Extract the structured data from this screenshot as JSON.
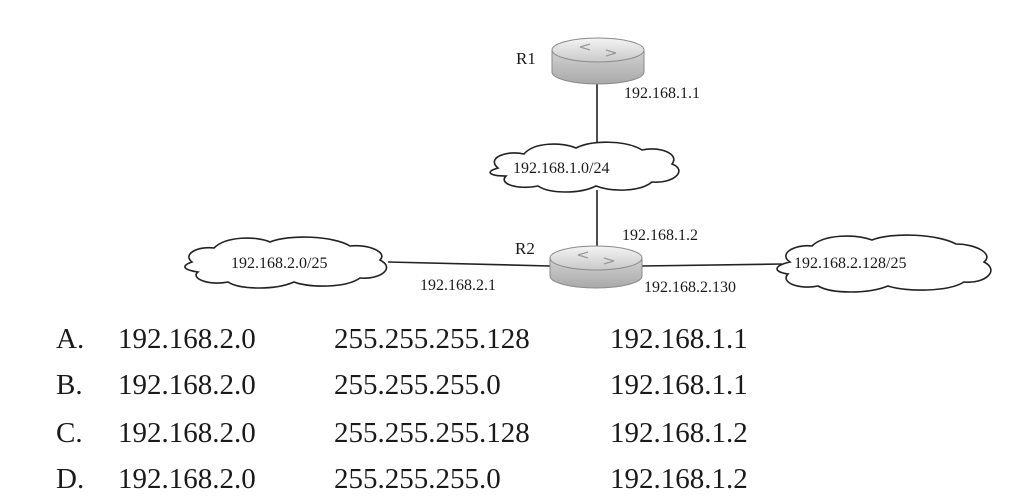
{
  "diagram": {
    "r1": {
      "name": "R1",
      "interface_ip": "192.168.1.1"
    },
    "r2": {
      "name": "R2",
      "interface_top_ip": "192.168.1.2",
      "interface_left_ip": "192.168.2.1",
      "interface_right_ip": "192.168.2.130"
    },
    "networks": {
      "middle": "192.168.1.0/24",
      "left": "192.168.2.0/25",
      "right": "192.168.2.128/25"
    }
  },
  "options": [
    {
      "letter": "A.",
      "network": "192.168.2.0",
      "mask": "255.255.255.128",
      "next_hop": "192.168.1.1"
    },
    {
      "letter": "B.",
      "network": "192.168.2.0",
      "mask": "255.255.255.0",
      "next_hop": "192.168.1.1"
    },
    {
      "letter": "C.",
      "network": "192.168.2.0",
      "mask": "255.255.255.128",
      "next_hop": "192.168.1.2"
    },
    {
      "letter": "D.",
      "network": "192.168.2.0",
      "mask": "255.255.255.0",
      "next_hop": "192.168.1.2"
    }
  ]
}
